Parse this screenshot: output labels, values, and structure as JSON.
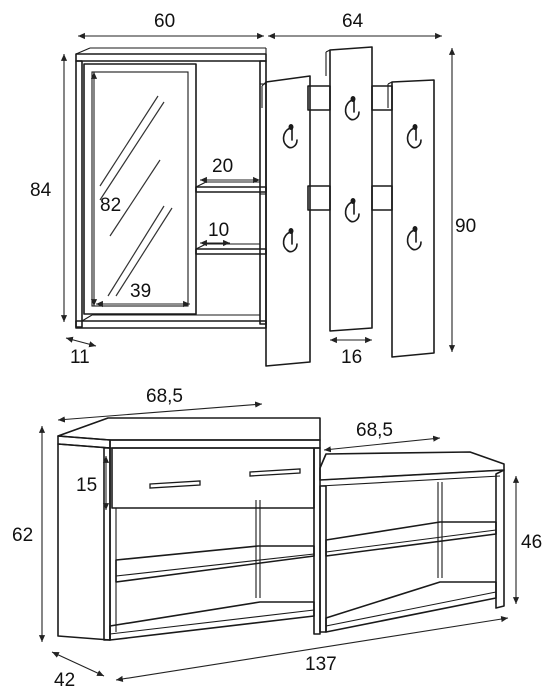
{
  "dimensions": {
    "mirror_cabinet_width": "60",
    "coat_panels_width": "64",
    "mirror_height": "84",
    "mirror_glass_height": "82",
    "shelf_width": "20",
    "shelf_depth": "10",
    "mirror_glass_width": "39",
    "mirror_depth": "11",
    "panel_width": "16",
    "panels_height": "90",
    "shoe_cabinet_width": "68,5",
    "shoe_bench_width": "68,5",
    "drawer_height": "15",
    "cabinet_height": "62",
    "bench_height": "46",
    "cabinet_depth": "42",
    "total_width": "137"
  }
}
